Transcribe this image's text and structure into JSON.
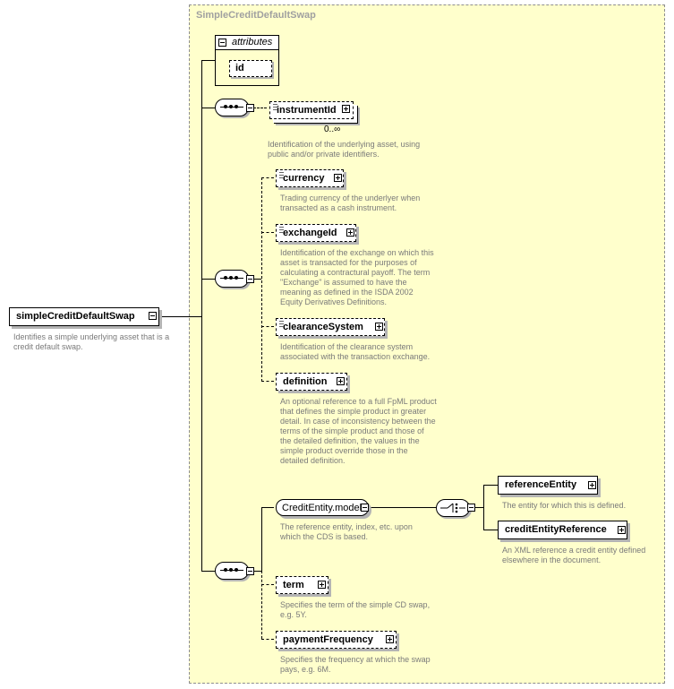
{
  "panel": {
    "title": "SimpleCreditDefaultSwap"
  },
  "attributes": {
    "label": "attributes",
    "id_label": "id"
  },
  "root": {
    "label": "simpleCreditDefaultSwap",
    "desc": [
      "Identifies a simple underlying asset that is a",
      "credit default swap."
    ]
  },
  "instrumentId": {
    "label": "instrumentId",
    "multiplicity": "0..∞",
    "desc": [
      "Identification of the underlying asset, using",
      "public and/or private identifiers."
    ]
  },
  "currency": {
    "label": "currency",
    "desc": [
      "Trading currency of the underlyer when",
      "transacted as a cash instrument."
    ]
  },
  "exchangeId": {
    "label": "exchangeId",
    "desc": [
      "Identification of the exchange on which this",
      "asset is transacted for the purposes of",
      "calculating a contractural payoff. The term",
      "\"Exchange\" is assumed to have the",
      "meaning as defined in the ISDA 2002",
      "Equity Derivatives Definitions."
    ]
  },
  "clearanceSystem": {
    "label": "clearanceSystem",
    "desc": [
      "Identification of the clearance system",
      "associated with the transaction exchange."
    ]
  },
  "definition": {
    "label": "definition",
    "desc": [
      "An optional reference to a full FpML product",
      "that defines the simple product in greater",
      "detail. In case of inconsistency between the",
      "terms of the simple product and those of",
      "the detailed definition, the values in the",
      "simple product override those in the",
      "detailed definition."
    ]
  },
  "creditEntityModel": {
    "label": "CreditEntity.model",
    "desc": [
      "The reference entity, index, etc. upon",
      "which the CDS is based."
    ]
  },
  "referenceEntity": {
    "label": "referenceEntity",
    "desc": [
      "The entity for which this is defined."
    ]
  },
  "creditEntityReference": {
    "label": "creditEntityReference",
    "desc": [
      "An XML reference a credit entity defined",
      "elsewhere in the document."
    ]
  },
  "term": {
    "label": "term",
    "desc": [
      "Specifies the term of the simple CD swap,",
      "e.g. 5Y."
    ]
  },
  "paymentFrequency": {
    "label": "paymentFrequency",
    "desc": [
      "Specifies the frequency at which the swap",
      "pays, e.g. 6M."
    ]
  }
}
